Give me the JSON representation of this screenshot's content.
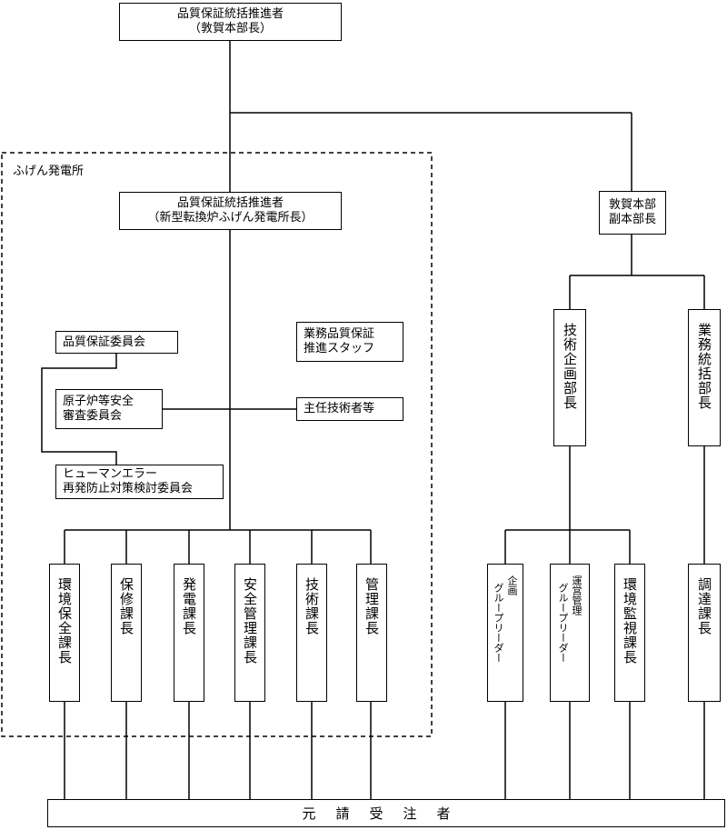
{
  "top": {
    "line1": "品質保証統括推進者",
    "line2": "（敦賀本部長）"
  },
  "fugen": {
    "area_label": "ふげん発電所",
    "head": {
      "line1": "品質保証統括推進者",
      "line2": "（新型転換炉ふげん発電所長）"
    },
    "committee1": "品質保証委員会",
    "committee2": {
      "line1": "原子炉等安全",
      "line2": "審査委員会"
    },
    "committee3": {
      "line1": "ヒューマンエラー",
      "line2": "再発防止対策検討委員会"
    },
    "staff": {
      "line1": "業務品質保証",
      "line2": "推進スタッフ"
    },
    "chief_engineer": "主任技術者等",
    "sections": [
      "環境保全課長",
      "保修課長",
      "発電課長",
      "安全管理課長",
      "技術課長",
      "管理課長"
    ]
  },
  "right": {
    "deputy": {
      "line1": "敦賀本部",
      "line2": "副本部長"
    },
    "dept1": "技術企画部長",
    "dept2": "業務統括部長",
    "groups": [
      {
        "top": "企画",
        "main": "グループリーダー"
      },
      {
        "top": "運営管理",
        "main": "グループリーダー"
      }
    ],
    "env_monitor": "環境監視課長",
    "procurement": "調達課長"
  },
  "contractor": "元請受注者"
}
